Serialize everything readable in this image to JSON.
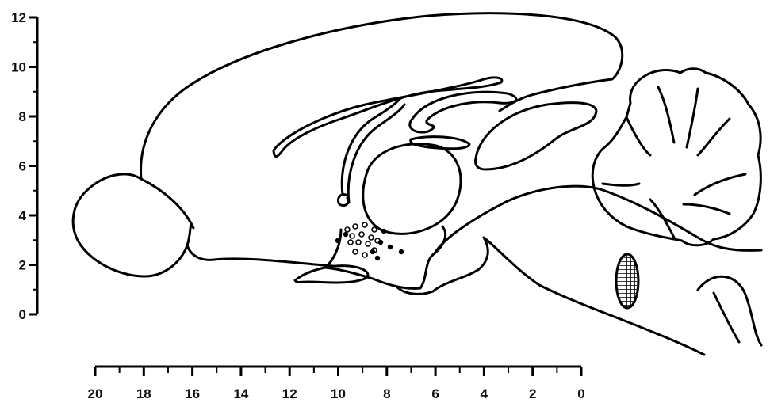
{
  "y_axis": {
    "ticks": [
      "0",
      "2",
      "4",
      "6",
      "8",
      "10",
      "12"
    ]
  },
  "x_axis": {
    "ticks": [
      "20",
      "18",
      "16",
      "14",
      "12",
      "10",
      "8",
      "6",
      "4",
      "2",
      "0"
    ]
  },
  "markers": {
    "open_count": 14,
    "filled_count": 8,
    "hatched_region": "cross-hatched ellipse"
  }
}
